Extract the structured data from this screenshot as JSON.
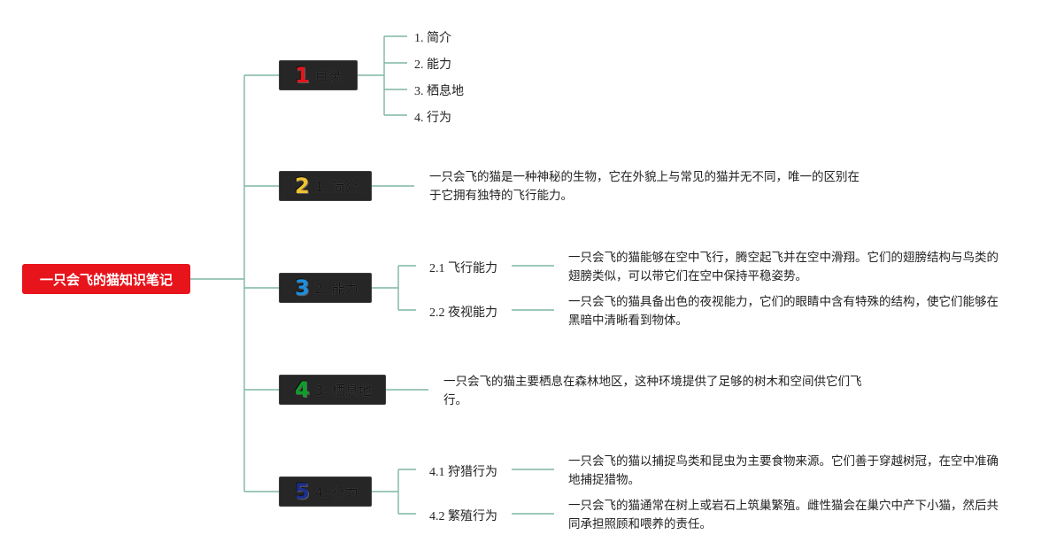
{
  "root": {
    "label": "一只会飞的猫知识笔记"
  },
  "branches": [
    {
      "num": "1",
      "num_color": "#e0161c",
      "label": "目录",
      "toc": [
        "1. 简介",
        "2. 能力",
        "3. 栖息地",
        "4. 行为"
      ]
    },
    {
      "num": "2",
      "num_color": "#f2c12e",
      "label": "1. 简介",
      "desc": "一只会飞的猫是一种神秘的生物，它在外貌上与常见的猫并无不同，唯一的区别在于它拥有独特的飞行能力。"
    },
    {
      "num": "3",
      "num_color": "#1c8fe0",
      "label": "2. 能力",
      "subs": [
        {
          "label": "2.1 飞行能力",
          "desc": "一只会飞的猫能够在空中飞行，腾空起飞并在空中滑翔。它们的翅膀结构与鸟类的翅膀类似，可以带它们在空中保持平稳姿势。"
        },
        {
          "label": "2.2 夜视能力",
          "desc": "一只会飞的猫具备出色的夜视能力，它们的眼睛中含有特殊的结构，使它们能够在黑暗中清晰看到物体。"
        }
      ]
    },
    {
      "num": "4",
      "num_color": "#0e9e2a",
      "label": "3. 栖息地",
      "desc": "一只会飞的猫主要栖息在森林地区，这种环境提供了足够的树木和空间供它们飞行。"
    },
    {
      "num": "5",
      "num_color": "#1c2f8f",
      "label": "4. 行为",
      "subs": [
        {
          "label": "4.1 狩猎行为",
          "desc": "一只会飞的猫以捕捉鸟类和昆虫为主要食物来源。它们善于穿越树冠，在空中准确地捕捉猎物。"
        },
        {
          "label": "4.2 繁殖行为",
          "desc": "一只会飞的猫通常在树上或岩石上筑巢繁殖。雌性猫会在巢穴中产下小猫，然后共同承担照顾和喂养的责任。"
        }
      ]
    }
  ],
  "colors": {
    "connector": "#7fb5a6",
    "root": "#e8141c",
    "branch_bg": "#262626"
  }
}
